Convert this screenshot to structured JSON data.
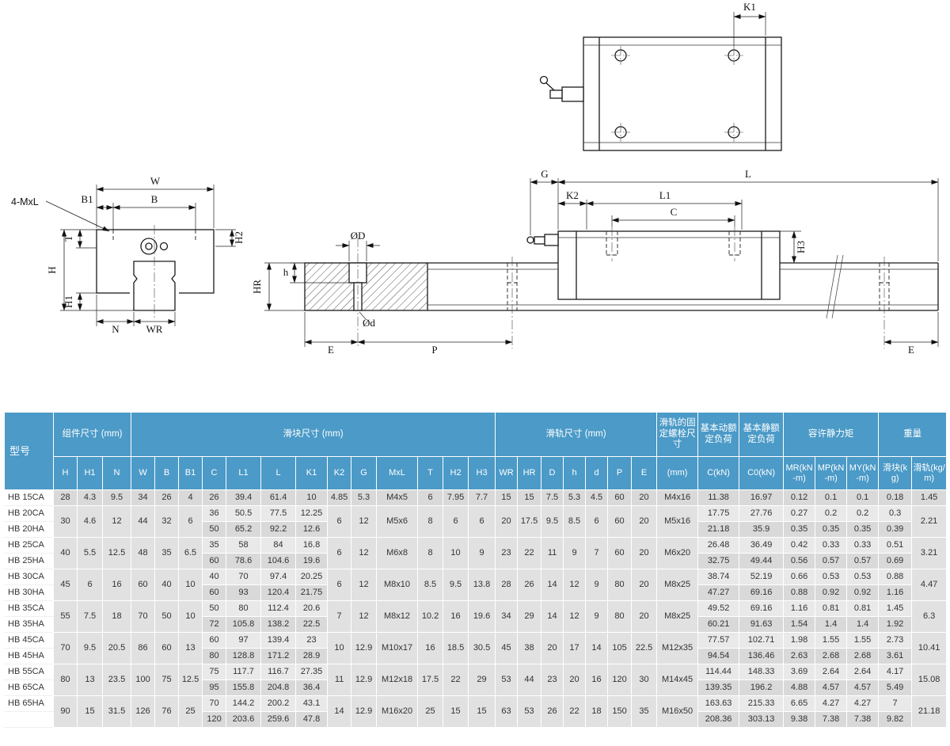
{
  "drawings": {
    "labels": {
      "k1": "K1",
      "mxl": "4-MxL",
      "w": "W",
      "b": "B",
      "b1": "B1",
      "h2": "H2",
      "t": "T",
      "h": "H",
      "h1": "H1",
      "n": "N",
      "wr": "WR",
      "dia_D": "ØD",
      "dia_d": "Ød",
      "h_lower": "h",
      "hr": "HR",
      "e_section": "E",
      "p": "P",
      "g": "G",
      "l": "L",
      "k2": "K2",
      "l1": "L1",
      "c": "C",
      "h3": "H3",
      "e_side": "E"
    }
  },
  "table": {
    "colors": {
      "header_bg": "#4b9ac7",
      "header_text": "#ffffff",
      "row_light": "#e9e9e9",
      "row_dark": "#d9d9d9",
      "row_shared": "#e1e1e1",
      "model_bg": "#ffffff",
      "text": "#333333"
    },
    "header": {
      "model": "型号",
      "groups": [
        {
          "label": "组件尺寸 (mm)",
          "cols": [
            "H",
            "H1",
            "N"
          ]
        },
        {
          "label": "滑块尺寸 (mm)",
          "cols": [
            "W",
            "B",
            "B1",
            "C",
            "L1",
            "L",
            "K1",
            "K2",
            "G",
            "MxL",
            "T",
            "H2",
            "H3"
          ]
        },
        {
          "label": "滑轨尺寸 (mm)",
          "cols": [
            "WR",
            "HR",
            "D",
            "h",
            "d",
            "P",
            "E"
          ]
        },
        {
          "label": "滑轨的固定螺栓尺寸",
          "cols": [
            "(mm)"
          ]
        },
        {
          "label": "基本动额定负荷",
          "cols": [
            "C(kN)"
          ]
        },
        {
          "label": "基本静额定负荷",
          "cols": [
            "C0(kN)"
          ]
        },
        {
          "label": "容许静力矩",
          "cols": [
            "MR(kN-m)",
            "MP(kN-m)",
            "MY(kN-m)"
          ]
        },
        {
          "label": "重量",
          "cols": [
            "滑块(kg)",
            "滑轨(kg/m)"
          ]
        }
      ]
    },
    "groups": [
      {
        "models": [
          "HB 15CA"
        ],
        "shared": {
          "H": "28",
          "H1": "4.3",
          "N": "9.5",
          "W": "34",
          "B": "26",
          "B1": "4",
          "K2": "4.85",
          "G": "5.3",
          "MxL": "M4x5",
          "T": "6",
          "H2": "7.95",
          "H3": "7.7",
          "WR": "15",
          "HR": "15",
          "D": "7.5",
          "h": "5.3",
          "d": "4.5",
          "P": "60",
          "E": "20",
          "bolt": "M4x16",
          "rail_kg": "1.45"
        },
        "rows": [
          {
            "C": "26",
            "L1": "39.4",
            "L": "61.4",
            "K1": "10",
            "C_kN": "11.38",
            "C0_kN": "16.97",
            "MR": "0.12",
            "MP": "0.1",
            "MY": "0.1",
            "block_kg": "0.18"
          }
        ]
      },
      {
        "models": [
          "HB 20CA",
          "HB 20HA"
        ],
        "shared": {
          "H": "30",
          "H1": "4.6",
          "N": "12",
          "W": "44",
          "B": "32",
          "B1": "6",
          "K2": "6",
          "G": "12",
          "MxL": "M5x6",
          "T": "8",
          "H2": "6",
          "H3": "6",
          "WR": "20",
          "HR": "17.5",
          "D": "9.5",
          "h": "8.5",
          "d": "6",
          "P": "60",
          "E": "20",
          "bolt": "M5x16",
          "rail_kg": "2.21"
        },
        "rows": [
          {
            "C": "36",
            "L1": "50.5",
            "L": "77.5",
            "K1": "12.25",
            "C_kN": "17.75",
            "C0_kN": "27.76",
            "MR": "0.27",
            "MP": "0.2",
            "MY": "0.2",
            "block_kg": "0.3"
          },
          {
            "C": "50",
            "L1": "65.2",
            "L": "92.2",
            "K1": "12.6",
            "C_kN": "21.18",
            "C0_kN": "35.9",
            "MR": "0.35",
            "MP": "0.35",
            "MY": "0.35",
            "block_kg": "0.39"
          }
        ]
      },
      {
        "models": [
          "HB 25CA",
          "HB 25HA"
        ],
        "shared": {
          "H": "40",
          "H1": "5.5",
          "N": "12.5",
          "W": "48",
          "B": "35",
          "B1": "6.5",
          "K2": "6",
          "G": "12",
          "MxL": "M6x8",
          "T": "8",
          "H2": "10",
          "H3": "9",
          "WR": "23",
          "HR": "22",
          "D": "11",
          "h": "9",
          "d": "7",
          "P": "60",
          "E": "20",
          "bolt": "M6x20",
          "rail_kg": "3.21"
        },
        "rows": [
          {
            "C": "35",
            "L1": "58",
            "L": "84",
            "K1": "16.8",
            "C_kN": "26.48",
            "C0_kN": "36.49",
            "MR": "0.42",
            "MP": "0.33",
            "MY": "0.33",
            "block_kg": "0.51"
          },
          {
            "C": "60",
            "L1": "78.6",
            "L": "104.6",
            "K1": "19.6",
            "C_kN": "32.75",
            "C0_kN": "49.44",
            "MR": "0.56",
            "MP": "0.57",
            "MY": "0.57",
            "block_kg": "0.69"
          }
        ]
      },
      {
        "models": [
          "HB 30CA",
          "HB 30HA"
        ],
        "shared": {
          "H": "45",
          "H1": "6",
          "N": "16",
          "W": "60",
          "B": "40",
          "B1": "10",
          "K2": "6",
          "G": "12",
          "MxL": "M8x10",
          "T": "8.5",
          "H2": "9.5",
          "H3": "13.8",
          "WR": "28",
          "HR": "26",
          "D": "14",
          "h": "12",
          "d": "9",
          "P": "80",
          "E": "20",
          "bolt": "M8x25",
          "rail_kg": "4.47"
        },
        "rows": [
          {
            "C": "40",
            "L1": "70",
            "L": "97.4",
            "K1": "20.25",
            "C_kN": "38.74",
            "C0_kN": "52.19",
            "MR": "0.66",
            "MP": "0.53",
            "MY": "0.53",
            "block_kg": "0.88"
          },
          {
            "C": "60",
            "L1": "93",
            "L": "120.4",
            "K1": "21.75",
            "C_kN": "47.27",
            "C0_kN": "69.16",
            "MR": "0.88",
            "MP": "0.92",
            "MY": "0.92",
            "block_kg": "1.16"
          }
        ]
      },
      {
        "models": [
          "HB 35CA",
          "HB 35HA"
        ],
        "shared": {
          "H": "55",
          "H1": "7.5",
          "N": "18",
          "W": "70",
          "B": "50",
          "B1": "10",
          "K2": "7",
          "G": "12",
          "MxL": "M8x12",
          "T": "10.2",
          "H2": "16",
          "H3": "19.6",
          "WR": "34",
          "HR": "29",
          "D": "14",
          "h": "12",
          "d": "9",
          "P": "80",
          "E": "20",
          "bolt": "M8x25",
          "rail_kg": "6.3"
        },
        "rows": [
          {
            "C": "50",
            "L1": "80",
            "L": "112.4",
            "K1": "20.6",
            "C_kN": "49.52",
            "C0_kN": "69.16",
            "MR": "1.16",
            "MP": "0.81",
            "MY": "0.81",
            "block_kg": "1.45"
          },
          {
            "C": "72",
            "L1": "105.8",
            "L": "138.2",
            "K1": "22.5",
            "C_kN": "60.21",
            "C0_kN": "91.63",
            "MR": "1.54",
            "MP": "1.4",
            "MY": "1.4",
            "block_kg": "1.92"
          }
        ]
      },
      {
        "models": [
          "HB 45CA",
          "HB 45HA"
        ],
        "shared": {
          "H": "70",
          "H1": "9.5",
          "N": "20.5",
          "W": "86",
          "B": "60",
          "B1": "13",
          "K2": "10",
          "G": "12.9",
          "MxL": "M10x17",
          "T": "16",
          "H2": "18.5",
          "H3": "30.5",
          "WR": "45",
          "HR": "38",
          "D": "20",
          "h": "17",
          "d": "14",
          "P": "105",
          "E": "22.5",
          "bolt": "M12x35",
          "rail_kg": "10.41"
        },
        "rows": [
          {
            "C": "60",
            "L1": "97",
            "L": "139.4",
            "K1": "23",
            "C_kN": "77.57",
            "C0_kN": "102.71",
            "MR": "1.98",
            "MP": "1.55",
            "MY": "1.55",
            "block_kg": "2.73"
          },
          {
            "C": "80",
            "L1": "128.8",
            "L": "171.2",
            "K1": "28.9",
            "C_kN": "94.54",
            "C0_kN": "136.46",
            "MR": "2.63",
            "MP": "2.68",
            "MY": "2.68",
            "block_kg": "3.61"
          }
        ]
      },
      {
        "models": [
          "HB 55CA",
          "HB 65CA"
        ],
        "shared": {
          "H": "80",
          "H1": "13",
          "N": "23.5",
          "W": "100",
          "B": "75",
          "B1": "12.5",
          "K2": "11",
          "G": "12.9",
          "MxL": "M12x18",
          "T": "17.5",
          "H2": "22",
          "H3": "29",
          "WR": "53",
          "HR": "44",
          "D": "23",
          "h": "20",
          "d": "16",
          "P": "120",
          "E": "30",
          "bolt": "M14x45",
          "rail_kg": "15.08"
        },
        "rows": [
          {
            "C": "75",
            "L1": "117.7",
            "L": "116.7",
            "K1": "27.35",
            "C_kN": "114.44",
            "C0_kN": "148.33",
            "MR": "3.69",
            "MP": "2.64",
            "MY": "2.64",
            "block_kg": "4.17"
          },
          {
            "C": "95",
            "L1": "155.8",
            "L": "204.8",
            "K1": "36.4",
            "C_kN": "139.35",
            "C0_kN": "196.2",
            "MR": "4.88",
            "MP": "4.57",
            "MY": "4.57",
            "block_kg": "5.49"
          }
        ]
      },
      {
        "models": [
          "HB 65HA",
          ""
        ],
        "shared": {
          "H": "90",
          "H1": "15",
          "N": "31.5",
          "W": "126",
          "B": "76",
          "B1": "25",
          "K2": "14",
          "G": "12.9",
          "MxL": "M16x20",
          "T": "25",
          "H2": "15",
          "H3": "15",
          "WR": "63",
          "HR": "53",
          "D": "26",
          "h": "22",
          "d": "18",
          "P": "150",
          "E": "35",
          "bolt": "M16x50",
          "rail_kg": "21.18"
        },
        "rows": [
          {
            "C": "70",
            "L1": "144.2",
            "L": "200.2",
            "K1": "43.1",
            "C_kN": "163.63",
            "C0_kN": "215.33",
            "MR": "6.65",
            "MP": "4.27",
            "MY": "4.27",
            "block_kg": "7"
          },
          {
            "C": "120",
            "L1": "203.6",
            "L": "259.6",
            "K1": "47.8",
            "C_kN": "208.36",
            "C0_kN": "303.13",
            "MR": "9.38",
            "MP": "7.38",
            "MY": "7.38",
            "block_kg": "9.82"
          }
        ]
      }
    ]
  }
}
